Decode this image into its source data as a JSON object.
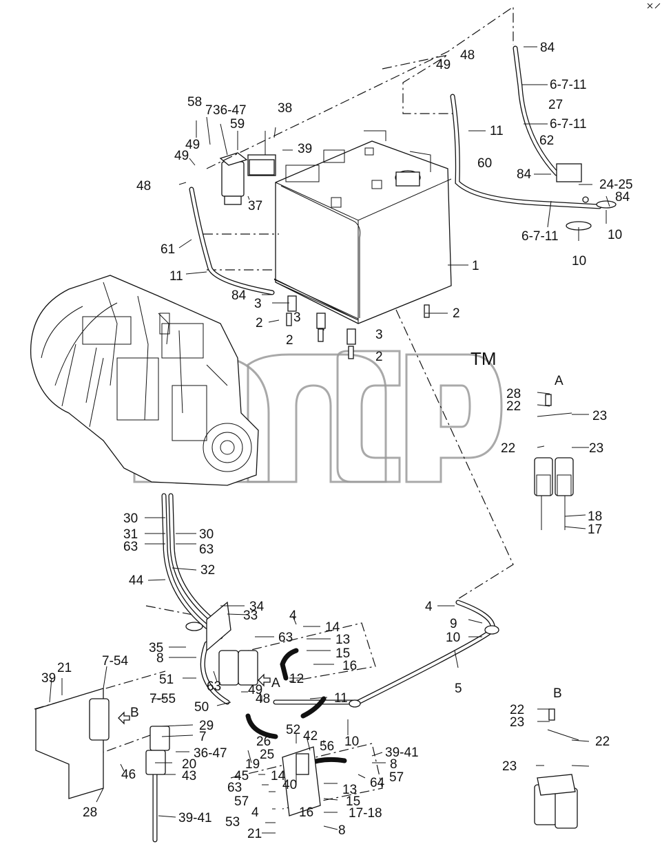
{
  "watermark": {
    "text": "ncp",
    "trademark": "TM"
  },
  "section_labels": {
    "A": "A",
    "B": "B"
  },
  "callouts": [
    {
      "id": "c1",
      "text": "84"
    },
    {
      "id": "c2",
      "text": "48"
    },
    {
      "id": "c3",
      "text": "49"
    },
    {
      "id": "c4",
      "text": "6-7-11"
    },
    {
      "id": "c5",
      "text": "27"
    },
    {
      "id": "c6",
      "text": "6-7-11"
    },
    {
      "id": "c7",
      "text": "11"
    },
    {
      "id": "c8",
      "text": "62"
    },
    {
      "id": "c9",
      "text": "60"
    },
    {
      "id": "c10",
      "text": "84"
    },
    {
      "id": "c11",
      "text": "24-25"
    },
    {
      "id": "c12",
      "text": "84"
    },
    {
      "id": "c13",
      "text": "10"
    },
    {
      "id": "c14",
      "text": "6-7-11"
    },
    {
      "id": "c15",
      "text": "10"
    },
    {
      "id": "c16",
      "text": "58"
    },
    {
      "id": "c17",
      "text": "7"
    },
    {
      "id": "c18",
      "text": "36-47"
    },
    {
      "id": "c19",
      "text": "59"
    },
    {
      "id": "c20",
      "text": "38"
    },
    {
      "id": "c21",
      "text": "49"
    },
    {
      "id": "c22",
      "text": "49"
    },
    {
      "id": "c23",
      "text": "39"
    },
    {
      "id": "c24",
      "text": "48"
    },
    {
      "id": "c25",
      "text": "37"
    },
    {
      "id": "c26",
      "text": "61"
    },
    {
      "id": "c27",
      "text": "11"
    },
    {
      "id": "c28",
      "text": "1"
    },
    {
      "id": "c29",
      "text": "84"
    },
    {
      "id": "c30",
      "text": "3"
    },
    {
      "id": "c31",
      "text": "2"
    },
    {
      "id": "c32",
      "text": "3"
    },
    {
      "id": "c33",
      "text": "2"
    },
    {
      "id": "c34",
      "text": "2"
    },
    {
      "id": "c35",
      "text": "3"
    },
    {
      "id": "c36",
      "text": "2"
    },
    {
      "id": "c37",
      "text": "28"
    },
    {
      "id": "c38",
      "text": "22"
    },
    {
      "id": "c39",
      "text": "23"
    },
    {
      "id": "c40",
      "text": "22"
    },
    {
      "id": "c41",
      "text": "23"
    },
    {
      "id": "c42",
      "text": "18"
    },
    {
      "id": "c43",
      "text": "17"
    },
    {
      "id": "c44",
      "text": "30"
    },
    {
      "id": "c45",
      "text": "31"
    },
    {
      "id": "c46",
      "text": "30"
    },
    {
      "id": "c47",
      "text": "63"
    },
    {
      "id": "c48",
      "text": "63"
    },
    {
      "id": "c49",
      "text": "32"
    },
    {
      "id": "c50",
      "text": "44"
    },
    {
      "id": "c51",
      "text": "34"
    },
    {
      "id": "c52",
      "text": "33"
    },
    {
      "id": "c53",
      "text": "4"
    },
    {
      "id": "c54",
      "text": "14"
    },
    {
      "id": "c55",
      "text": "63"
    },
    {
      "id": "c56",
      "text": "13"
    },
    {
      "id": "c57",
      "text": "35"
    },
    {
      "id": "c58",
      "text": "8"
    },
    {
      "id": "c59",
      "text": "15"
    },
    {
      "id": "c60",
      "text": "16"
    },
    {
      "id": "c61",
      "text": "4"
    },
    {
      "id": "c62",
      "text": "9"
    },
    {
      "id": "c63",
      "text": "10"
    },
    {
      "id": "c64",
      "text": "5"
    },
    {
      "id": "c65",
      "text": "7-54"
    },
    {
      "id": "c66",
      "text": "21"
    },
    {
      "id": "c67",
      "text": "39"
    },
    {
      "id": "c68",
      "text": "51"
    },
    {
      "id": "c69",
      "text": "63"
    },
    {
      "id": "c70",
      "text": "12"
    },
    {
      "id": "c71",
      "text": "7-55"
    },
    {
      "id": "c72",
      "text": "49"
    },
    {
      "id": "c73",
      "text": "48"
    },
    {
      "id": "c74",
      "text": "50"
    },
    {
      "id": "c75",
      "text": "11"
    },
    {
      "id": "c76",
      "text": "29"
    },
    {
      "id": "c77",
      "text": "7"
    },
    {
      "id": "c78",
      "text": "36-47"
    },
    {
      "id": "c79",
      "text": "52"
    },
    {
      "id": "c80",
      "text": "42"
    },
    {
      "id": "c81",
      "text": "26"
    },
    {
      "id": "c82",
      "text": "56"
    },
    {
      "id": "c83",
      "text": "10"
    },
    {
      "id": "c84",
      "text": "25"
    },
    {
      "id": "c85",
      "text": "39-41"
    },
    {
      "id": "c86",
      "text": "20"
    },
    {
      "id": "c87",
      "text": "19"
    },
    {
      "id": "c88",
      "text": "8"
    },
    {
      "id": "c89",
      "text": "43"
    },
    {
      "id": "c90",
      "text": "45"
    },
    {
      "id": "c91",
      "text": "14"
    },
    {
      "id": "c92",
      "text": "57"
    },
    {
      "id": "c93",
      "text": "63"
    },
    {
      "id": "c94",
      "text": "40"
    },
    {
      "id": "c95",
      "text": "13"
    },
    {
      "id": "c96",
      "text": "64"
    },
    {
      "id": "c97",
      "text": "57"
    },
    {
      "id": "c98",
      "text": "15"
    },
    {
      "id": "c99",
      "text": "4"
    },
    {
      "id": "c100",
      "text": "16"
    },
    {
      "id": "c101",
      "text": "17-18"
    },
    {
      "id": "c102",
      "text": "39-41"
    },
    {
      "id": "c103",
      "text": "53"
    },
    {
      "id": "c104",
      "text": "8"
    },
    {
      "id": "c105",
      "text": "21"
    },
    {
      "id": "c106",
      "text": "46"
    },
    {
      "id": "c107",
      "text": "28"
    },
    {
      "id": "c108",
      "text": "22"
    },
    {
      "id": "c109",
      "text": "23"
    },
    {
      "id": "c110",
      "text": "22"
    },
    {
      "id": "c111",
      "text": "23"
    }
  ]
}
